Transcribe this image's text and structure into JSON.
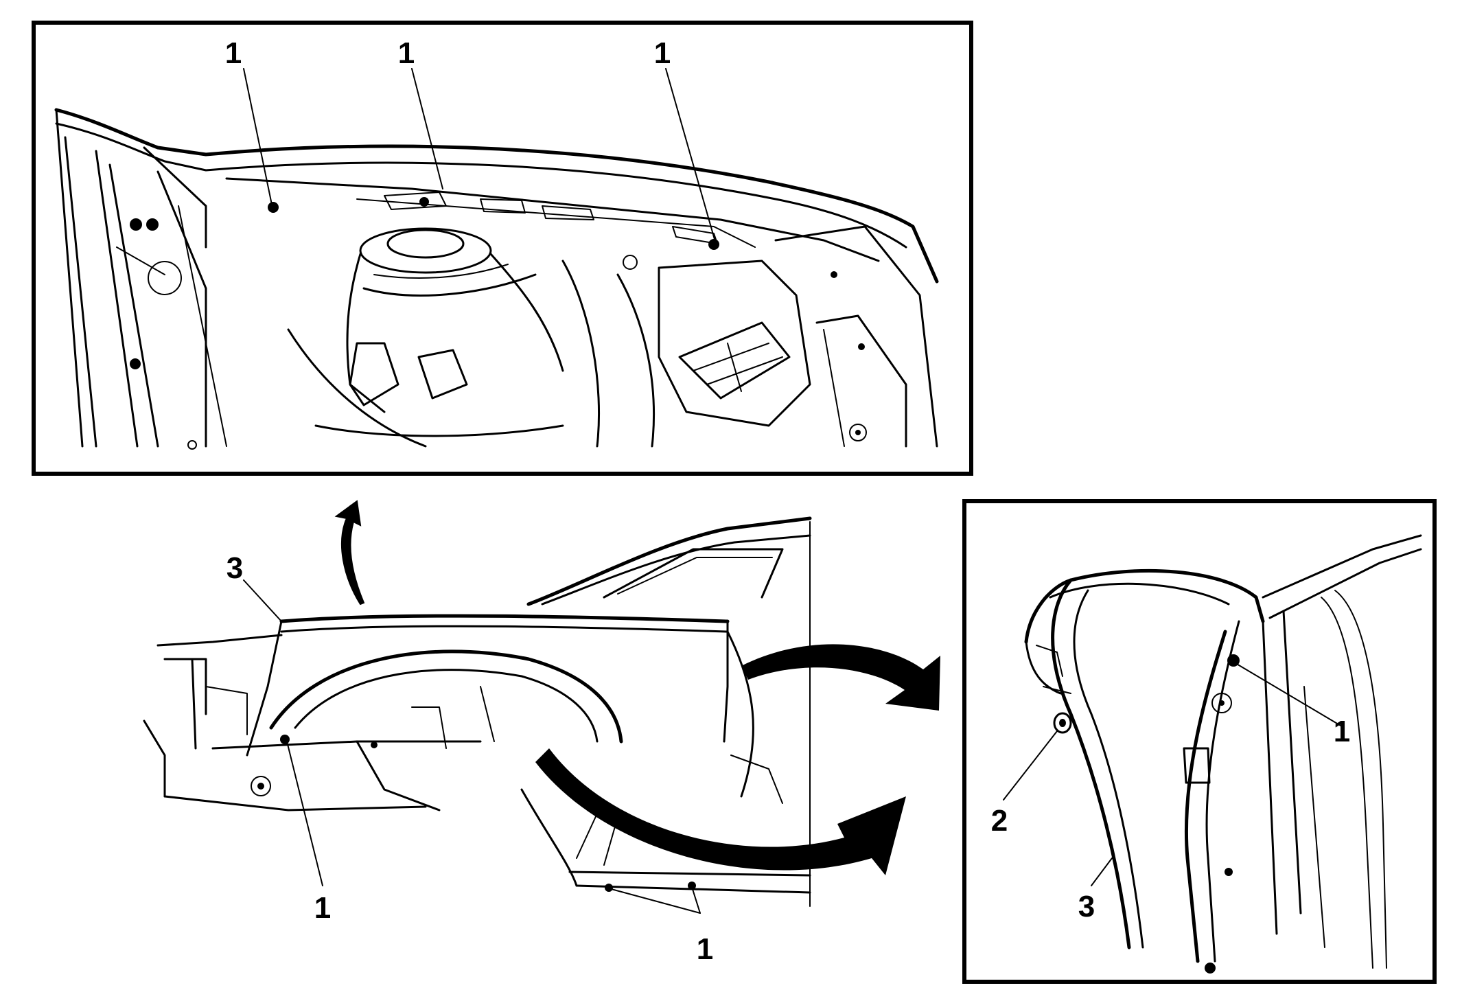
{
  "views": {
    "top_detail": {
      "callouts": [
        {
          "label": "1"
        },
        {
          "label": "1"
        },
        {
          "label": "1"
        }
      ]
    },
    "main_view": {
      "callouts": [
        {
          "label": "3"
        },
        {
          "label": "1"
        },
        {
          "label": "1"
        }
      ]
    },
    "right_detail": {
      "callouts": [
        {
          "label": "1"
        },
        {
          "label": "2"
        },
        {
          "label": "3"
        }
      ]
    }
  },
  "colors": {
    "line": "#000000",
    "background": "#ffffff"
  }
}
